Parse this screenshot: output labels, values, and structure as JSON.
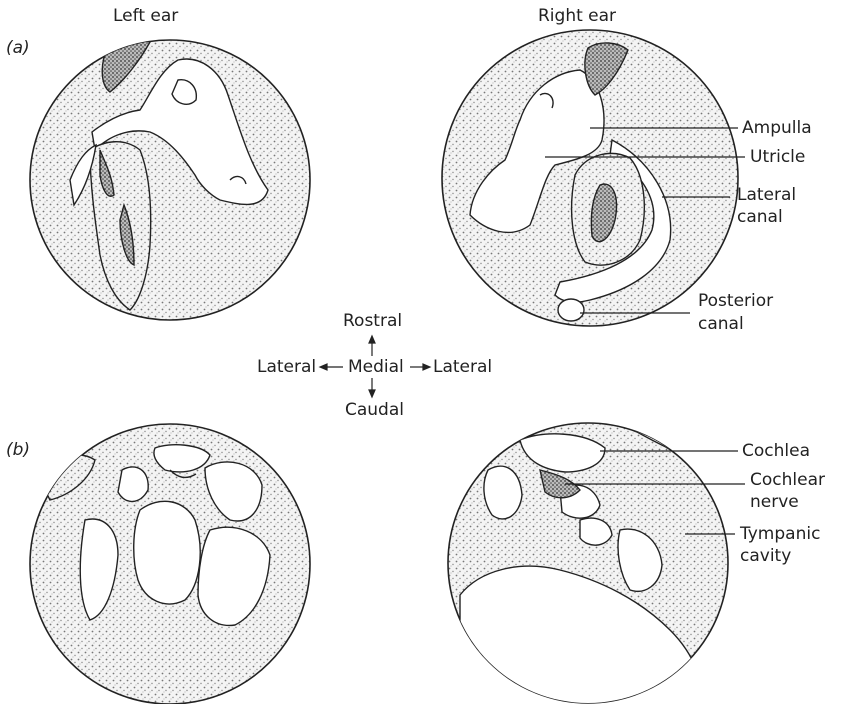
{
  "headers": {
    "left": "Left ear",
    "right": "Right ear"
  },
  "panels": {
    "a": "(a)",
    "b": "(b)"
  },
  "orientation": {
    "rostral": "Rostral",
    "medial": "Medial",
    "caudal": "Caudal",
    "lateral_left": "Lateral",
    "lateral_right": "Lateral"
  },
  "callouts_a": {
    "ampulla": "Ampulla",
    "utricle": "Utricle",
    "lateral_canal_1": "Lateral",
    "lateral_canal_2": "canal",
    "posterior_canal_1": "Posterior",
    "posterior_canal_2": "canal"
  },
  "callouts_b": {
    "cochlea": "Cochlea",
    "cochlear_nerve_1": "Cochlear",
    "cochlear_nerve_2": "nerve",
    "tympanic_1": "Tympanic",
    "tympanic_2": "cavity"
  },
  "colors": {
    "ink": "#222222",
    "stipple": "#7a7a7a",
    "paper": "#ffffff"
  }
}
